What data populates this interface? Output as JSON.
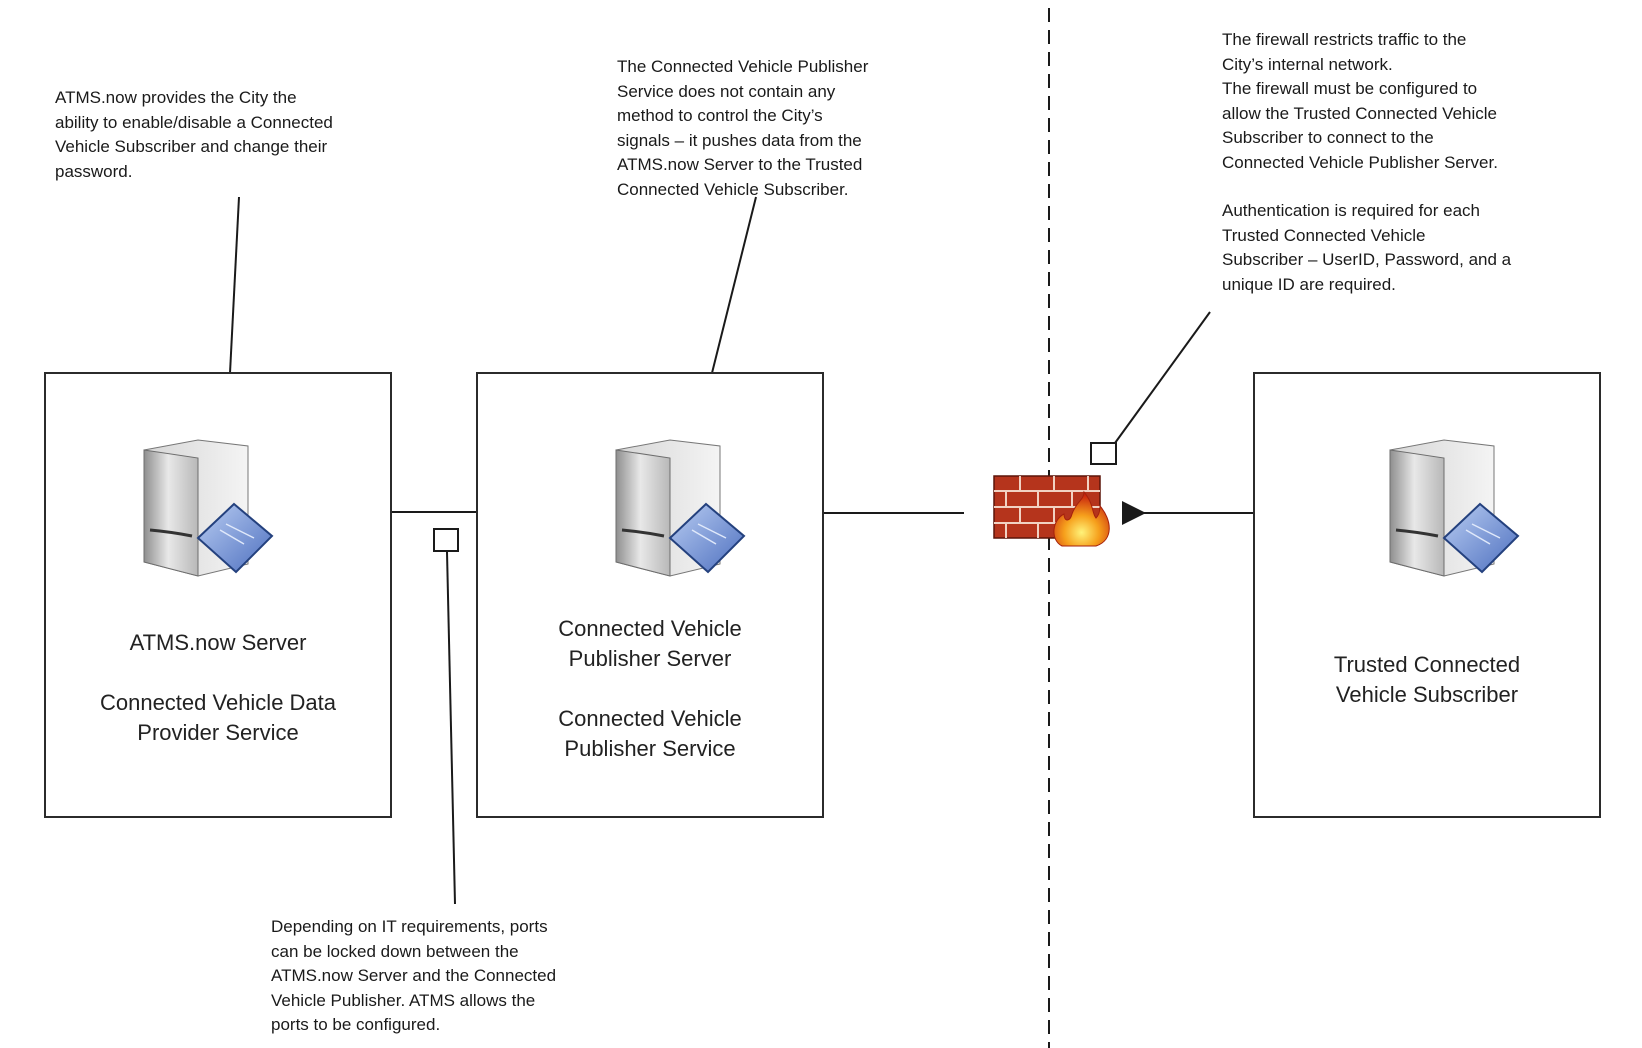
{
  "notes": {
    "atms_control": [
      "ATMS.now provides the City the",
      "ability to enable/disable a Connected",
      "Vehicle Subscriber and change their",
      "password."
    ],
    "publisher_push": [
      "The Connected Vehicle Publisher",
      "Service does not contain any",
      "method to control the City’s",
      "signals – it pushes data from the",
      "ATMS.now Server to the Trusted",
      "Connected Vehicle Subscriber."
    ],
    "firewall": [
      "The firewall restricts traffic to the",
      "City’s internal network.",
      "The firewall must be configured to",
      "allow the Trusted Connected Vehicle",
      "Subscriber to connect to the",
      "Connected Vehicle Publisher Server."
    ],
    "authentication": [
      "Authentication is required for each",
      "Trusted Connected Vehicle",
      "Subscriber – UserID, Password, and a",
      "unique ID are required."
    ],
    "ports": [
      "Depending on IT requirements, ports",
      "can be locked down between the",
      "ATMS.now Server and the Connected",
      "Vehicle Publisher. ATMS allows the",
      "ports to be configured."
    ]
  },
  "nodes": {
    "atms_server": {
      "title": [
        "ATMS.now Server"
      ],
      "subtitle": [
        "Connected Vehicle Data",
        "Provider Service"
      ],
      "icon": "server-icon"
    },
    "publisher_server": {
      "title": [
        "Connected Vehicle",
        "Publisher Server"
      ],
      "subtitle": [
        "Connected Vehicle",
        "Publisher Service"
      ],
      "icon": "server-icon"
    },
    "subscriber": {
      "title": [
        "Trusted Connected",
        "Vehicle Subscriber"
      ],
      "icon": "server-icon"
    }
  },
  "firewall_icon": "firewall-icon",
  "colors": {
    "line": "#1a1a1a",
    "box_border": "#2b2b2b",
    "brick": "#b5341c",
    "flame": "#f28a1c"
  }
}
